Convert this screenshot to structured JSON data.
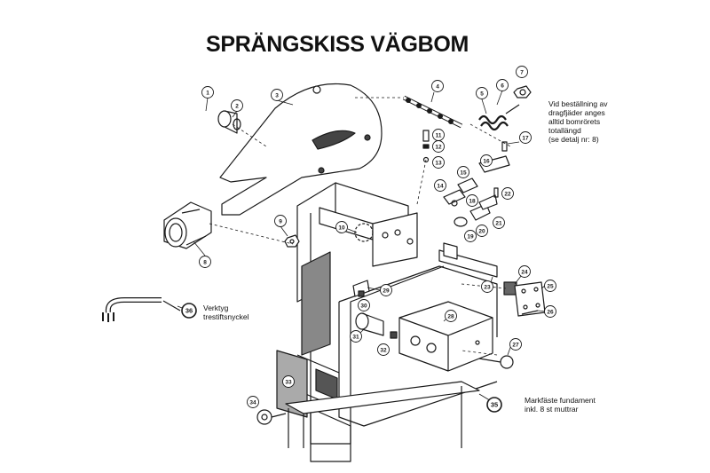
{
  "title": "SPRÄNGSKISS VÄGBOM",
  "notes": {
    "spring": [
      "Vid beställning av",
      "dragfjäder anges",
      "alltid bomrörets",
      "totallängd",
      "(se detalj nr: 8)"
    ],
    "tool": [
      "Verktyg",
      "trestiftsnyckel"
    ],
    "foundation": [
      "Markfäste fundament",
      "inkl. 8 st muttrar"
    ]
  },
  "part_numbers": [
    "1",
    "2",
    "3",
    "4",
    "5",
    "6",
    "7",
    "8",
    "9",
    "10",
    "11",
    "12",
    "13",
    "14",
    "15",
    "16",
    "17",
    "18",
    "19",
    "20",
    "21",
    "22",
    "23",
    "24",
    "25",
    "26",
    "27",
    "28",
    "29",
    "30",
    "31",
    "32",
    "33",
    "34",
    "35",
    "36"
  ],
  "colors": {
    "line": "#1a1a1a",
    "shade": "#555555",
    "paper": "#ffffff"
  }
}
